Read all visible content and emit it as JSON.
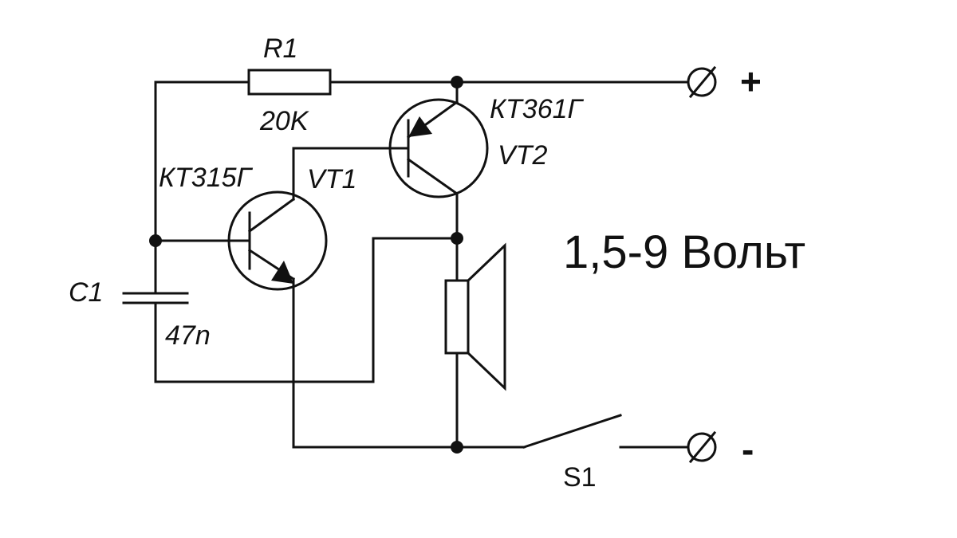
{
  "components": {
    "r1": {
      "ref": "R1",
      "value": "20K"
    },
    "c1": {
      "ref": "C1",
      "value": "47n"
    },
    "vt1": {
      "ref": "VT1",
      "part": "КТ315Г"
    },
    "vt2": {
      "ref": "VT2",
      "part": "КТ361Г"
    },
    "s1": {
      "ref": "S1"
    }
  },
  "terminals": {
    "positive": "+",
    "negative": "-"
  },
  "supply_label": "1,5-9 Вольт"
}
